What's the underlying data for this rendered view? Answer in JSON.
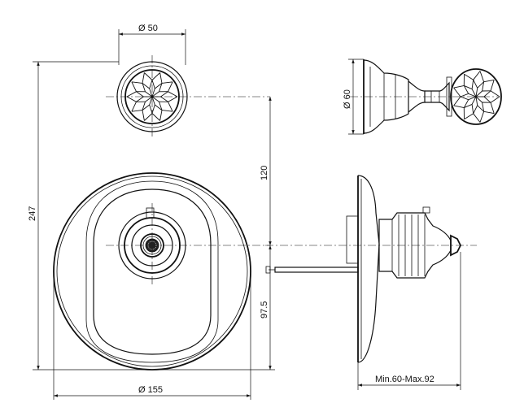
{
  "dimensions": {
    "knob_front_diameter": "Ø 50",
    "knob_side_diameter": "Ø 60",
    "overall_height": "247",
    "center_distance": "120",
    "lower_height": "97.5",
    "plate_diameter": "Ø 155",
    "wall_depth": "Min.60-Max.92"
  }
}
